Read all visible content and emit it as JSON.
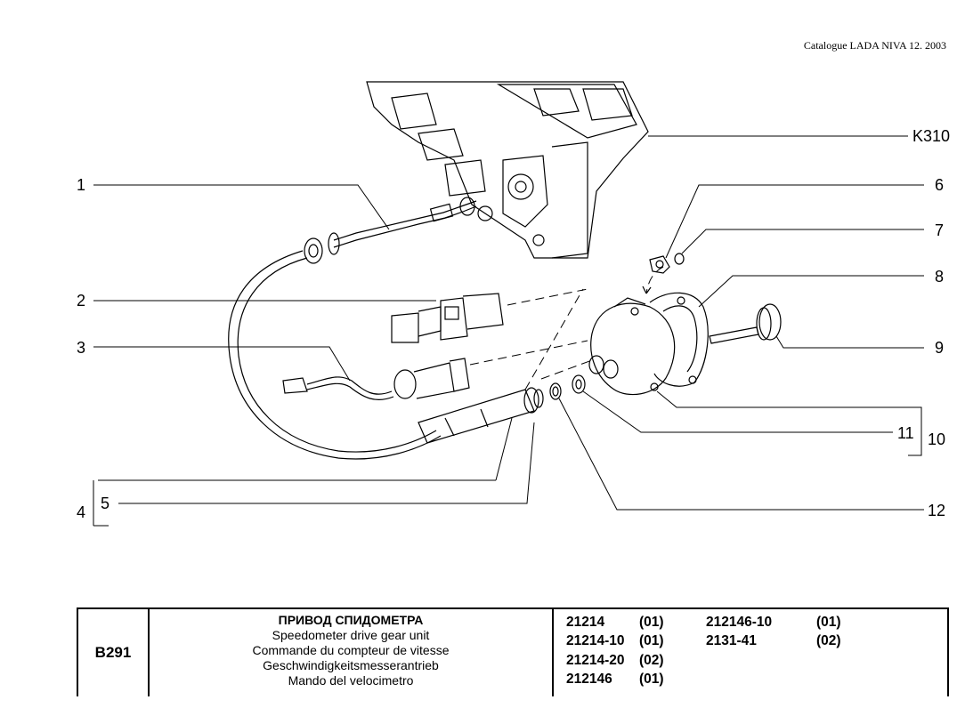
{
  "header": {
    "catalogue": "Catalogue LADA NIVA 12. 2003"
  },
  "diagram": {
    "labels": {
      "k310": "K310",
      "l1": "1",
      "l2": "2",
      "l3": "3",
      "l4": "4",
      "l5": "5",
      "l6": "6",
      "l7": "7",
      "l8": "8",
      "l9": "9",
      "l10": "10",
      "l11": "11",
      "l12": "12"
    }
  },
  "table": {
    "code": "B291",
    "titles": {
      "ru": "ПРИВОД СПИДОМЕТРА",
      "en": "Speedometer drive gear unit",
      "fr": "Commande du compteur de vitesse",
      "de": "Geschwindigkeitsmesserantrieb",
      "it": "Mando del velocimetro"
    },
    "models": [
      {
        "num": "21214",
        "code": "(01)"
      },
      {
        "num": "21214-10",
        "code": "(01)"
      },
      {
        "num": "21214-20",
        "code": "(02)"
      },
      {
        "num": "212146",
        "code": "(01)"
      },
      {
        "num": "212146-10",
        "code": "(01)"
      },
      {
        "num": "2131-41",
        "code": "(02)"
      }
    ]
  }
}
